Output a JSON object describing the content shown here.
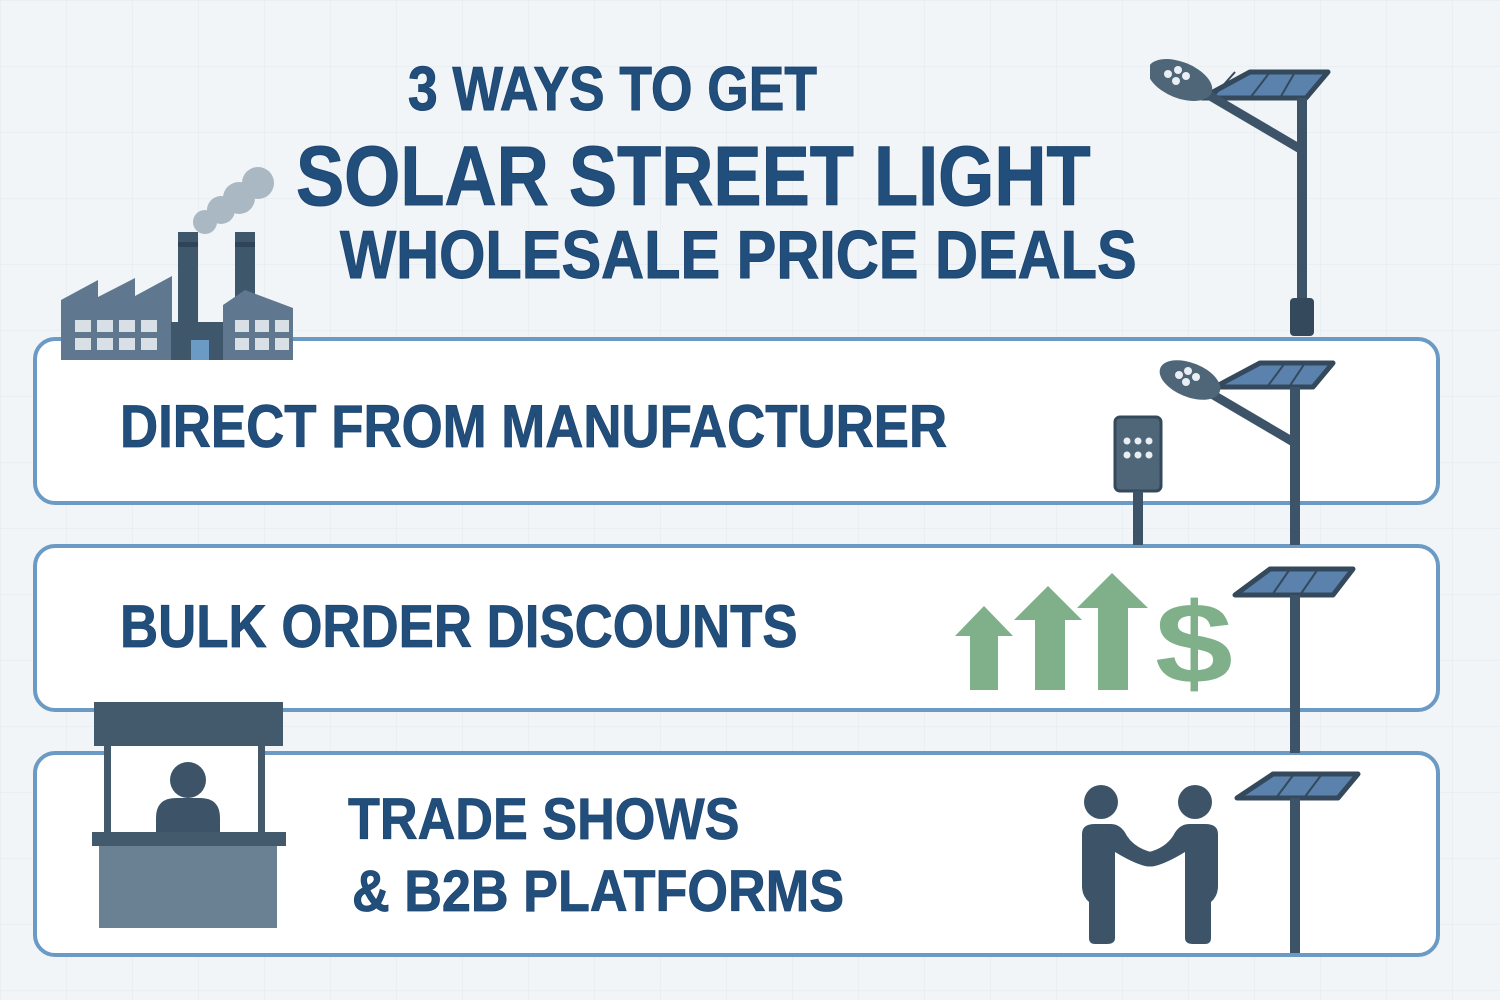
{
  "title": {
    "line1": "3 WAYS TO GET",
    "line2": "SOLAR STREET LIGHT",
    "line3": "WHOLESALE PRICE DEALS"
  },
  "ways": [
    {
      "label": "DIRECT FROM MANUFACTURER",
      "icon": "factory-icon"
    },
    {
      "label": "BULK ORDER DISCOUNTS",
      "icon": "rising-arrows-dollar-icon"
    },
    {
      "label_line1": "TRADE SHOWS",
      "label_line2": "& B2B PLATFORMS",
      "icon": "trade-booth-icon"
    }
  ],
  "decorations": {
    "top_right": "solar-street-light-icon",
    "panel1_right": [
      "smart-meter-icon",
      "solar-street-light-icon"
    ],
    "panel2_right": "solar-panel-pole-icon",
    "panel3_right": [
      "handshake-icon",
      "solar-panel-pole-icon"
    ]
  },
  "colors": {
    "title": "#224e7c",
    "panel_border": "#6b9ac4",
    "icon_dark": "#3d5468",
    "icon_mid": "#5f7890",
    "solar_panel": "#5b82ad",
    "arrow_green": "#7fb08a",
    "background": "#f1f5f8"
  }
}
